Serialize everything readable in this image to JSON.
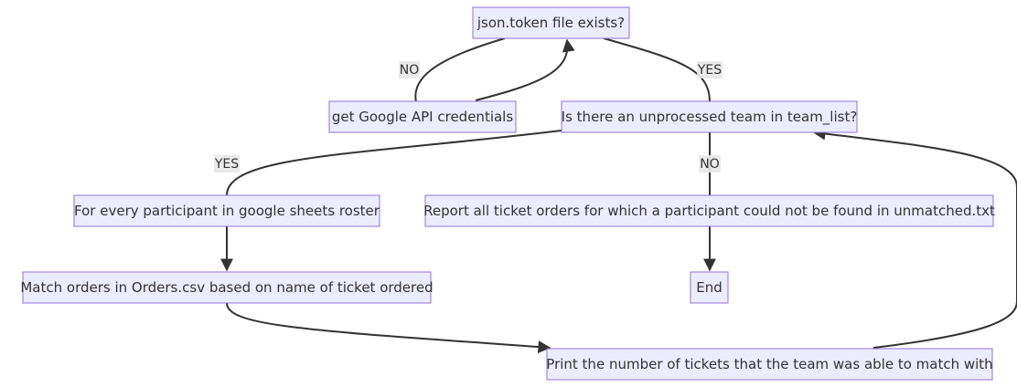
{
  "diagram": {
    "nodes": {
      "token": "json.token file exists?",
      "creds": "get Google API credentials",
      "unprocessed": "Is there an unprocessed team in team_list?",
      "participant": "For every participant in google sheets roster",
      "report": "Report all ticket orders for which a participant could not be found in unmatched.txt",
      "match": "Match orders in Orders.csv based on name of ticket ordered",
      "end": "End",
      "print": "Print the number of tickets that the team was able to match with"
    },
    "edge_labels": {
      "no_token": "NO",
      "yes_token": "YES",
      "yes_team": "YES",
      "no_team": "NO"
    }
  }
}
